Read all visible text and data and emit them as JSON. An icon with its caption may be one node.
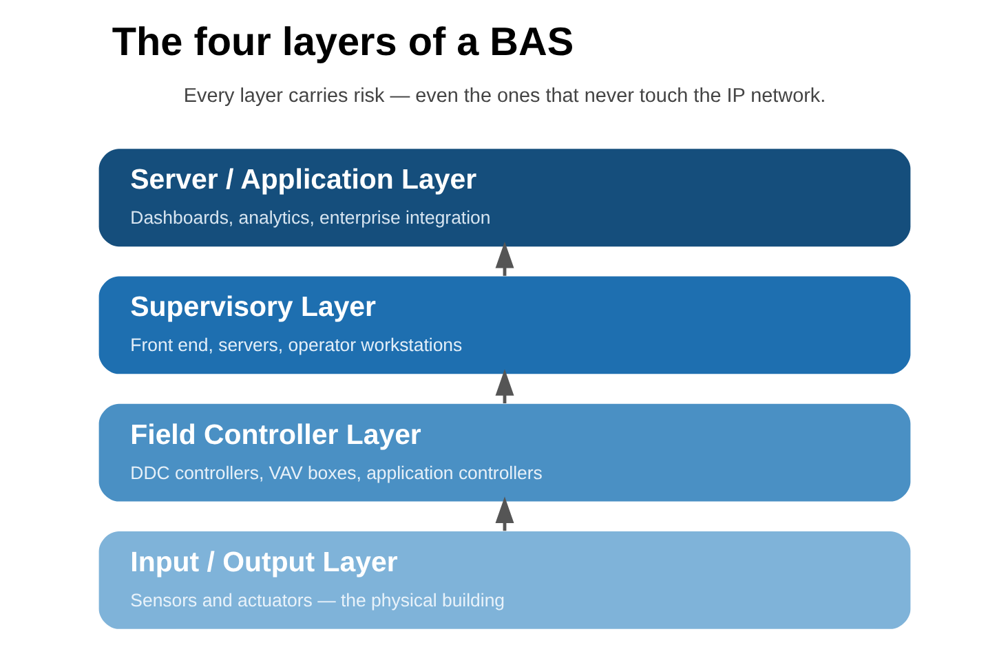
{
  "diagram": {
    "title": "The four layers of a BAS",
    "nodes": [
      {
        "text": [
          "Server / Application Layer",
          "Dashboards, analytics, enterprise integration"
        ]
      },
      {
        "text": [
          "Supervisory Layer",
          "Front end, servers, operator workstations"
        ]
      },
      {
        "text": [
          "Field Controller Layer",
          "DDC controllers, VAV boxes, application controllers"
        ]
      },
      {
        "text": [
          "Input / Output Layer",
          "Sensors and actuators — the physical building"
        ]
      }
    ],
    "edges": [
      {
        "from": 1,
        "to": 0,
        "arrow": "to"
      },
      {
        "from": 2,
        "to": 1,
        "arrow": "to"
      },
      {
        "from": 3,
        "to": 2,
        "arrow": "to"
      }
    ],
    "labels": [
      "Every layer carries risk — even the ones that never touch the IP network."
    ]
  }
}
